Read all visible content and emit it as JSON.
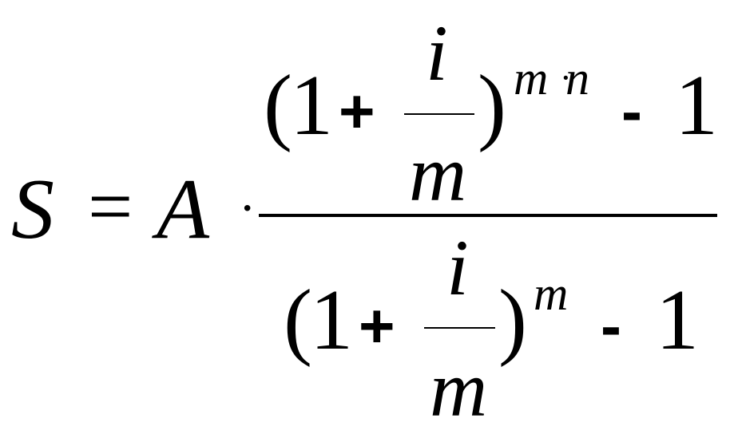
{
  "formula": {
    "lhs": "S",
    "equals": "=",
    "coefficient": "A",
    "times": "·",
    "numerator": {
      "open_paren": "(",
      "one": "1",
      "plus": "+",
      "frac_num": "i",
      "frac_den": "m",
      "close_paren": ")",
      "exponent_m": "m",
      "exponent_dot": "·",
      "exponent_n": "n",
      "minus": "-",
      "one_tail": "1"
    },
    "denominator": {
      "open_paren": "(",
      "one": "1",
      "plus": "+",
      "frac_num": "i",
      "frac_den": "m",
      "close_paren": ")",
      "exponent": "m",
      "minus": "-",
      "one_tail": "1"
    }
  }
}
